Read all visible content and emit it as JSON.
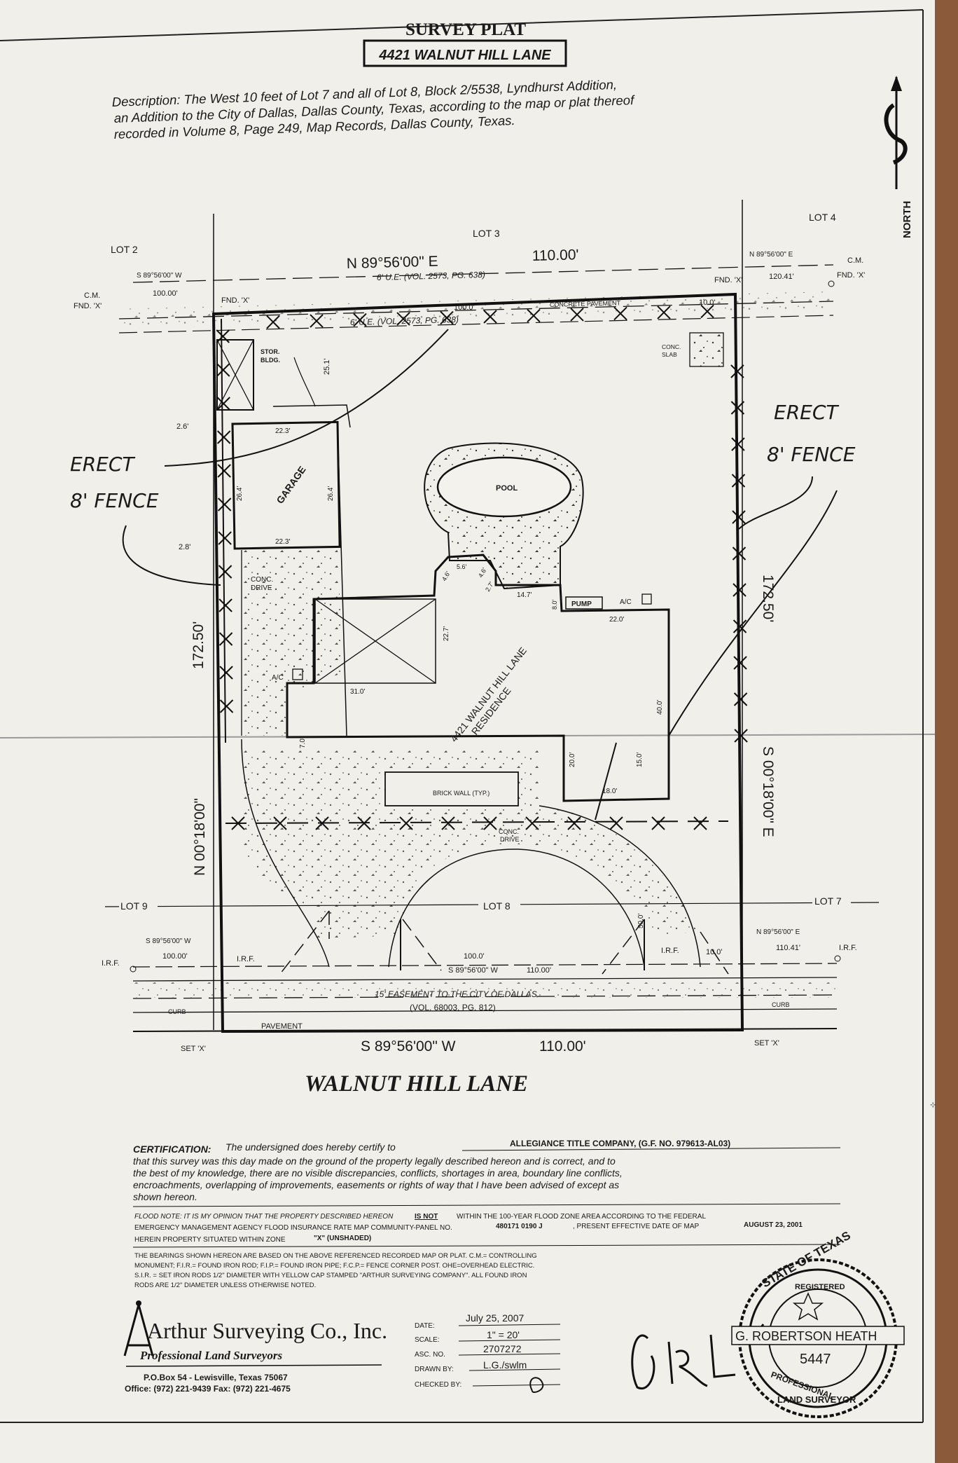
{
  "header": {
    "title": "SURVEY PLAT",
    "address": "4421 WALNUT HILL LANE",
    "description": [
      "Description: The West 10 feet of Lot 7 and all of Lot 8, Block 2/5538, Lyndhurst Addition,",
      "an Addition to the City of Dallas, Dallas County, Texas, according to the map or plat thereof",
      "recorded in Volume 8, Page 249, Map Records, Dallas County, Texas."
    ]
  },
  "north": "NORTH",
  "lots": {
    "lot3": "LOT 3",
    "lot2": "LOT 2",
    "lot4": "LOT 4",
    "lot8": "LOT 8",
    "lot9": "LOT 9",
    "lot7": "LOT 7"
  },
  "bearings": {
    "north_line": "N 89°56'00\" E",
    "north_dist": "110.00'",
    "south_line": "S 89°56'00\" W",
    "south_dist": "110.00'",
    "west_line": "N 00°18'00\"",
    "west_dist": "172.50'",
    "east_line": "S 00°18'00\" E",
    "east_dist": "172.50'",
    "nw_ref": "S 89°56'00\" W",
    "nw_ref_dist": "100.00'",
    "ne_ref": "N 89°56'00\" E",
    "ne_ref_dist": "120.41'",
    "sw_ref": "S 89°56'00\" W",
    "sw_ref_dist": "100.00'",
    "se_ref": "N 89°56'00\" E",
    "se_ref_dist": "110.41'",
    "s_inner": "S 89°56'00\" W",
    "s_inner_dist": "110.00'",
    "s_inner_100": "100.0'",
    "n_inner_100": "100.0'"
  },
  "monuments": {
    "cm_fnd_x_left": [
      "C.M.",
      "FND. 'X'"
    ],
    "cm_fnd_x_right": [
      "C.M.",
      "FND. 'X'"
    ],
    "fnd_x_nw": "FND. 'X'",
    "fnd_x_ne": "FND. 'X'",
    "irf_left": "I.R.F.",
    "irf_sw": "I.R.F.",
    "irf_se": "I.R.F.",
    "irf_right": "I.R.F.",
    "set_x_left": "SET 'X'",
    "set_x_right": "SET 'X'"
  },
  "easements": {
    "ue_upper": "6' U.E. (VOL. 2573, PG. 638)",
    "ue_lower": "6' U.E. (VOL. 2573, PG. 638)",
    "city_easement": "15' EASEMENT TO THE CITY OF DALLAS",
    "city_easement_vol": "(VOL. 68003, PG. 812)"
  },
  "features": {
    "concrete_pavement": "CONCRETE PAVEMENT",
    "conc_slab": [
      "CONC.",
      "SLAB"
    ],
    "stor_bldg": [
      "STOR.",
      "BLDG."
    ],
    "garage": "GARAGE",
    "pool": "POOL",
    "pump": "PUMP",
    "ac1": "A/C",
    "ac2": "A/C",
    "conc_drive1": [
      "CONC.",
      "DRIVE"
    ],
    "conc_drive2": [
      "CONC.",
      "DRIVE"
    ],
    "residence": [
      "4421 WALNUT HILL LANE",
      "RESIDENCE"
    ],
    "brick_wall": "BRICK WALL (TYP.)",
    "curb_left": "CURB",
    "curb_right": "CURB",
    "pavement": "PAVEMENT",
    "street": "WALNUT HILL LANE"
  },
  "dims": {
    "d_10_0_top": "10.0'",
    "d_10_0_bottom": "10.0'",
    "d_2_6": "2.6'",
    "d_2_8": "2.8'",
    "d_22_3_top": "22.3'",
    "d_22_3_bot": "22.3'",
    "d_26_4_l": "26.4'",
    "d_26_4_r": "26.4'",
    "d_25_1": "25.1'",
    "d_5_6": "5.6'",
    "d_4_6": "4.6'",
    "d_4_6b": "4.6'",
    "d_2_7": "2.7'",
    "d_14_7": "14.7'",
    "d_8_0": "8.0'",
    "d_22_0": "22.0'",
    "d_22_7": "22.7'",
    "d_31_0": "31.0'",
    "d_40_0": "40.0'",
    "d_20_0": "20.0'",
    "d_15_0": "15.0'",
    "d_18_0": "18.0'",
    "d_50_0": "50.0'",
    "d_7_0": "7.0'"
  },
  "annotations": {
    "left": [
      "ERECT",
      "8' FENCE"
    ],
    "right": [
      "ERECT",
      "8' FENCE"
    ]
  },
  "certification": {
    "label": "CERTIFICATION:",
    "line1a": "The undersigned does hereby certify to",
    "company": "ALLEGIANCE TITLE COMPANY, (G.F. NO. 979613-AL03)",
    "lines": [
      "that this survey was this day made on the ground of the property legally described hereon and is correct, and to",
      "the best of my knowledge, there are no visible discrepancies, conflicts, shortages in area, boundary line conflicts,",
      "encroachments, overlapping of improvements, easements or rights of way that I have been advised of except as",
      "shown hereon."
    ]
  },
  "flood": {
    "a": "FLOOD NOTE: IT IS MY OPINION THAT THE PROPERTY DESCRIBED HEREON",
    "is_not": "IS NOT",
    "b": "WITHIN THE 100-YEAR FLOOD ZONE AREA ACCORDING TO THE FEDERAL",
    "c": "EMERGENCY MANAGEMENT AGENCY FLOOD INSURANCE RATE MAP COMMUNITY-PANEL NO.",
    "panel": "480171 0190 J",
    "d": ", PRESENT EFFECTIVE DATE OF MAP",
    "map_date": "AUGUST 23, 2001",
    "e": "HEREIN PROPERTY SITUATED WITHIN ZONE",
    "zone": "\"X\" (UNSHADED)"
  },
  "notes": [
    "THE BEARINGS SHOWN HEREON ARE BASED ON THE ABOVE REFERENCED RECORDED MAP OR PLAT. C.M.= CONTROLLING",
    "MONUMENT; F.I.R.= FOUND IRON ROD; F.I.P.= FOUND IRON PIPE; F.C.P.= FENCE CORNER POST. OHE=OVERHEAD ELECTRIC.",
    "S.I.R. = SET IRON RODS 1/2\" DIAMETER WITH YELLOW CAP STAMPED \"ARTHUR SURVEYING COMPANY\". ALL FOUND IRON",
    "RODS ARE 1/2\" DIAMETER UNLESS OTHERWISE NOTED."
  ],
  "company": {
    "name": "Arthur Surveying Co., Inc.",
    "tagline": "Professional Land Surveyors",
    "address": "P.O.Box 54 - Lewisville, Texas 75067",
    "phone": "Office: (972) 221-9439 Fax: (972) 221-4675"
  },
  "info": {
    "date_label": "DATE:",
    "date": "July 25, 2007",
    "scale_label": "SCALE:",
    "scale": "1\" = 20'",
    "asc_label": "ASC. NO.",
    "asc": "2707272",
    "drawn_label": "DRAWN BY:",
    "drawn": "L.G./swlm",
    "checked_label": "CHECKED BY:"
  },
  "seal": {
    "state": "STATE OF TEXAS",
    "registered": "REGISTERED",
    "name": "G. ROBERTSON HEATH",
    "number": "5447",
    "professional": "PROFESSIONAL",
    "land_surveyor": "LAND SURVEYOR"
  },
  "colors": {
    "paper": "#f1efe9",
    "ink": "#1a1a1a",
    "background": "#d8d4cc"
  }
}
